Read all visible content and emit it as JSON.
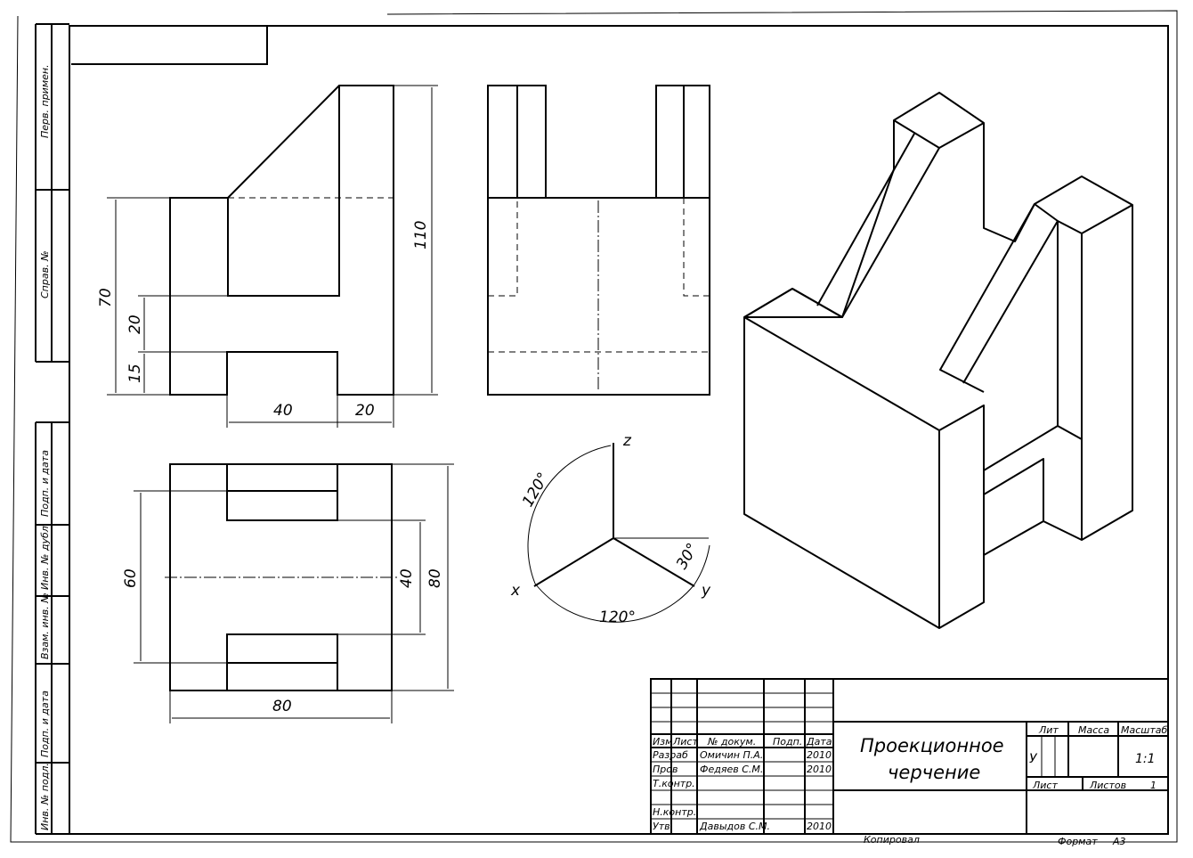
{
  "side_stamps": [
    "Перв. примен.",
    "Справ. №",
    "Подп. и дата",
    "Инв. № дубл.",
    "Взам. инв. №",
    "Подп. и дата",
    "Инв. № подл."
  ],
  "dimensions": {
    "front": {
      "h_70": "70",
      "h_20": "20",
      "h_15": "15",
      "h_110": "110",
      "w_40": "40",
      "w_20": "20"
    },
    "top": {
      "h_60": "60",
      "h_40": "40",
      "h_80": "80",
      "w_80": "80"
    }
  },
  "axes": {
    "x": "x",
    "y": "y",
    "z": "z",
    "angle_top": "120°",
    "angle_bottom": "120°",
    "angle_right": "30°"
  },
  "title_block": {
    "headers": {
      "izm": "Изм",
      "list": "Лист",
      "doc": "№ докум.",
      "podp": "Подп.",
      "data": "Дата"
    },
    "roles": {
      "razrab": "Разраб",
      "prov": "Пров",
      "tkontr": "Т.контр.",
      "nkontr": "Н.контр.",
      "utv": "Утв"
    },
    "names": {
      "razrab": "Омичин П.А.",
      "prov": "Федяев С.М.",
      "utv": "Давыдов С.М."
    },
    "dates": {
      "razrab": "2010",
      "prov": "2010",
      "utv": "2010"
    },
    "title_line1": "Проекционное",
    "title_line2": "черчение",
    "lit_label": "Лит",
    "massa_label": "Масса",
    "masshtab_label": "Масштаб",
    "lit_value": "У",
    "masshtab_value": "1:1",
    "list_label": "Лист",
    "listov_label": "Листов",
    "listov_value": "1",
    "copied": "Копировал",
    "format_label": "Формат",
    "format_value": "А3"
  }
}
